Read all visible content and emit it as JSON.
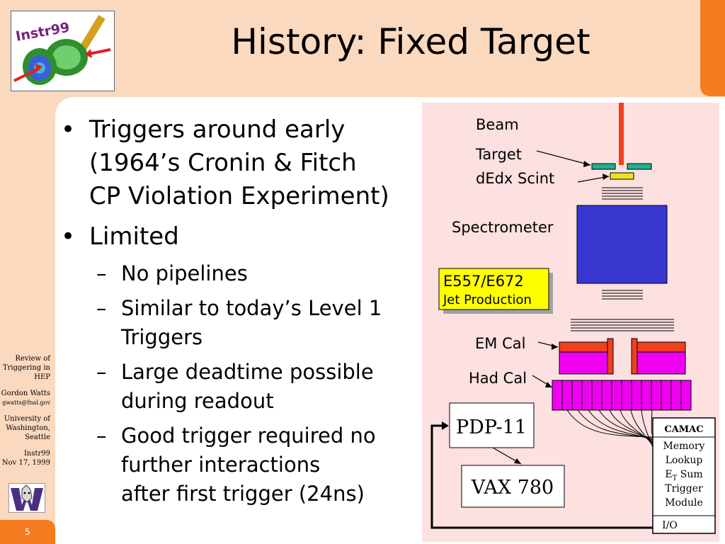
{
  "slide": {
    "title": "History: Fixed Target",
    "page_number": "5",
    "logo_text": "Instr99"
  },
  "bullets": [
    {
      "level": 1,
      "mark": "•",
      "lines": [
        "Triggers around early",
        "(1964’s Cronin & Fitch",
        "CP Violation Experiment)"
      ]
    },
    {
      "level": 1,
      "mark": "•",
      "lines": [
        "Limited"
      ]
    },
    {
      "level": 2,
      "mark": "–",
      "lines": [
        "No pipelines"
      ]
    },
    {
      "level": 2,
      "mark": "–",
      "lines": [
        "Similar to today’s Level 1",
        "Triggers"
      ]
    },
    {
      "level": 2,
      "mark": "–",
      "lines": [
        "Large deadtime possible",
        "during readout"
      ]
    },
    {
      "level": 2,
      "mark": "–",
      "lines": [
        "Good trigger required no",
        "further interactions",
        "after first trigger (24ns)"
      ]
    }
  ],
  "side_notes": {
    "line1": "Review of",
    "line2": "Triggering in",
    "line3": "HEP",
    "line4": "Gordon Watts",
    "email": "gwatts@fnal.gov",
    "line5": "University of",
    "line6": "Washington,",
    "line7": "Seattle",
    "line8": "Instr99",
    "date": "Nov 17, 1999"
  },
  "diagram": {
    "beam_label": "Beam",
    "target_label": "Target",
    "dedx_label": "dEdx Scint",
    "spectrometer_label": "Spectrometer",
    "experiment_line1": "E557/E672",
    "experiment_line2": "Jet Production",
    "em_cal_label": "EM Cal",
    "had_cal_label": "Had Cal",
    "pdp_label": "PDP-11",
    "vax_label": "VAX 780",
    "camac_title": "CAMAC",
    "camac_line1": "Memory",
    "camac_line2": "Lookup",
    "camac_line3_main": "E",
    "camac_line3_sub": "T",
    "camac_line3_rest": " Sum",
    "camac_line4": "Trigger",
    "camac_line5": "Module",
    "camac_io": "I/O"
  },
  "colors": {
    "background": "#fbd9bf",
    "accent_orange": "#f57c1f",
    "diagram_bg": "#fde0e0",
    "beam_red": "#f04020",
    "target_teal": "#20b090",
    "dedx_yellow": "#f0e020",
    "spectrometer_blue": "#3838d0",
    "calorimeter_magenta": "#f000f0",
    "label_yellow": "#ffff00"
  },
  "icons": {
    "logo": "instr99-detector-pencil-logo",
    "uw": "uw-husky-logo"
  }
}
